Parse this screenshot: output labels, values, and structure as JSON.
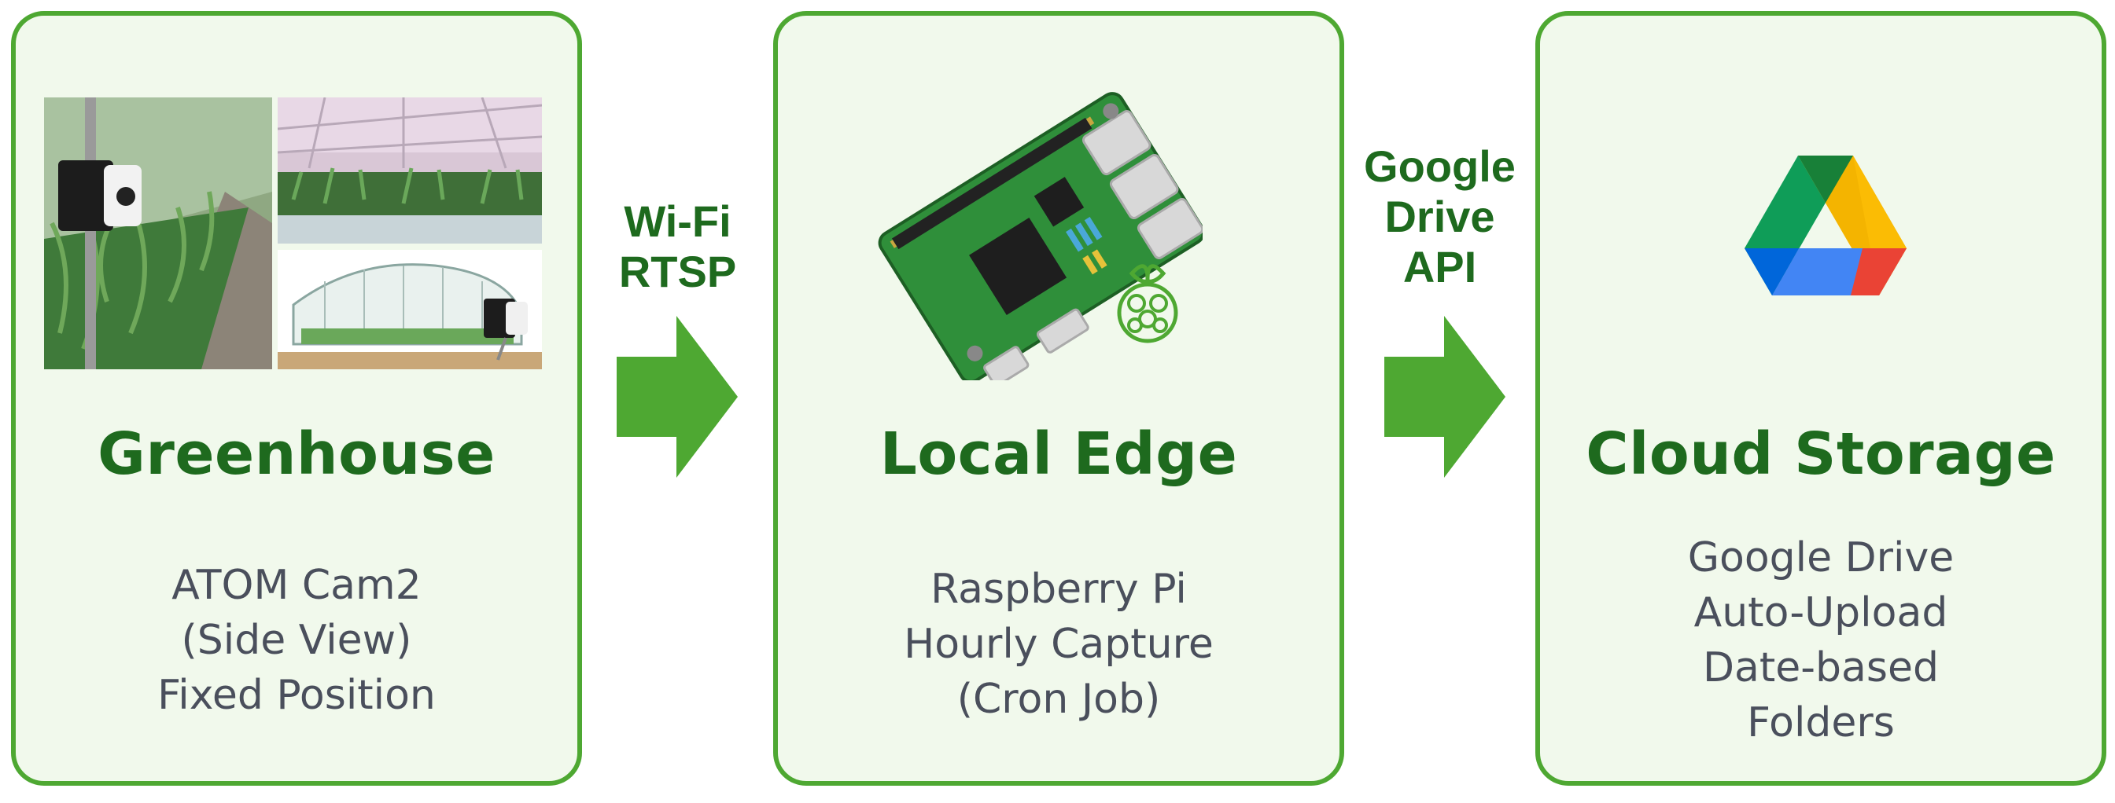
{
  "panels": [
    {
      "title": "Greenhouse",
      "lines": [
        "ATOM Cam2",
        "(Side View)",
        "Fixed Position"
      ]
    },
    {
      "title": "Local Edge",
      "lines": [
        "Raspberry Pi",
        "Hourly Capture",
        "(Cron Job)"
      ]
    },
    {
      "title": "Cloud Storage",
      "lines": [
        "Google Drive",
        "Auto-Upload",
        "Date-based",
        "Folders"
      ]
    }
  ],
  "arrows": [
    {
      "lines": [
        "Wi-Fi",
        "RTSP"
      ]
    },
    {
      "lines": [
        "Google",
        "Drive",
        "API"
      ]
    }
  ],
  "colors": {
    "panel_border": "#4ea832",
    "panel_fill": "#f1f9ec",
    "title": "#1e6a1e",
    "arrow": "#4ea832",
    "desc": "#4a4f5c"
  },
  "icons": [
    "greenhouse-camera-photos",
    "raspberry-pi-board-icon",
    "raspberry-logo-icon",
    "google-drive-icon"
  ]
}
